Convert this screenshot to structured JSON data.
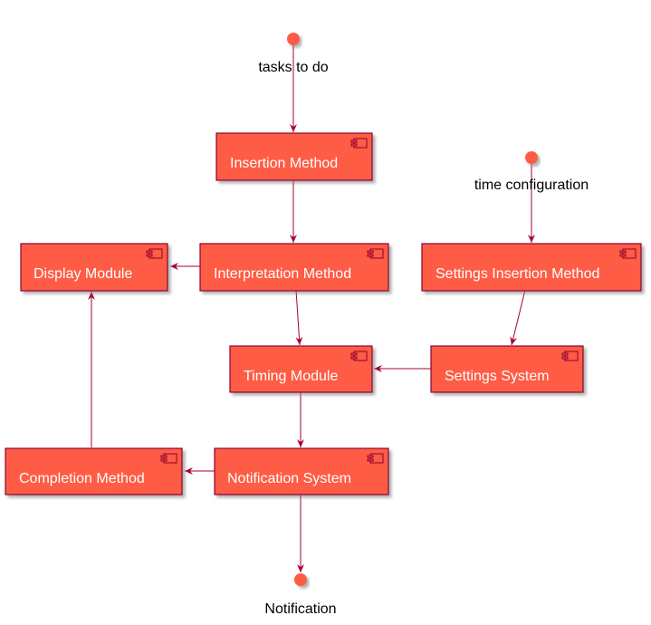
{
  "colors": {
    "component_fill": "#FF5C44",
    "component_border": "#8B0030",
    "arrow": "#A80036",
    "interface_fill": "#FF5C44",
    "shadow": "#B0B0B0"
  },
  "interfaces": {
    "tasks": "tasks to do",
    "time": "time configuration",
    "notification": "Notification"
  },
  "components": {
    "insertion": "Insertion Method",
    "display": "Display Module",
    "interpretation": "Interpretation Method",
    "settings_insertion": "Settings Insertion Method",
    "timing": "Timing Module",
    "settings_system": "Settings System",
    "completion": "Completion Method",
    "notification_system": "Notification System"
  },
  "component_icon": "component-icon"
}
